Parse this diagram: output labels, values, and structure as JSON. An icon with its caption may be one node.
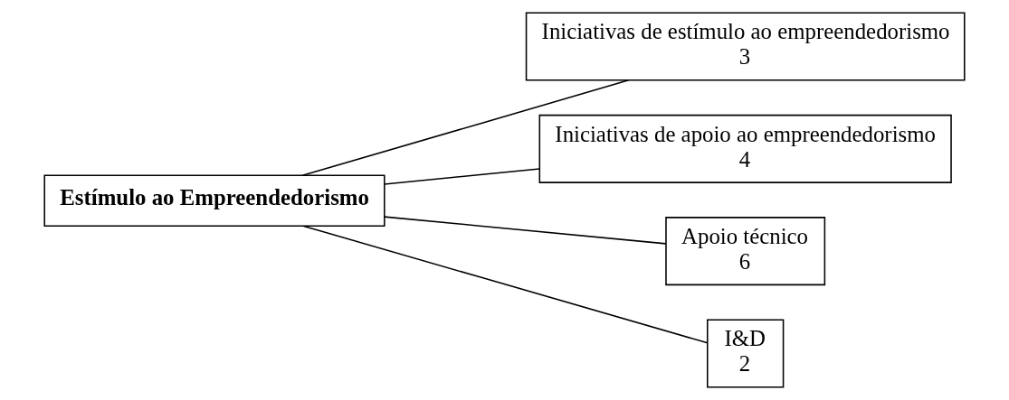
{
  "diagram": {
    "nodes": [
      {
        "text": [
          "Estímulo ao Empreendedorismo"
        ]
      },
      {
        "text": [
          "Iniciativas de estímulo ao empreendedorismo",
          "3"
        ]
      },
      {
        "text": [
          "Iniciativas de apoio ao empreendedorismo",
          "4"
        ]
      },
      {
        "text": [
          "Apoio técnico",
          "6"
        ]
      },
      {
        "text": [
          "I&D",
          "2"
        ]
      }
    ],
    "edges": [
      {
        "from": 0,
        "to": 1,
        "arrow": "none"
      },
      {
        "from": 0,
        "to": 2,
        "arrow": "none"
      },
      {
        "from": 0,
        "to": 3,
        "arrow": "none"
      },
      {
        "from": 0,
        "to": 4,
        "arrow": "none"
      }
    ]
  }
}
